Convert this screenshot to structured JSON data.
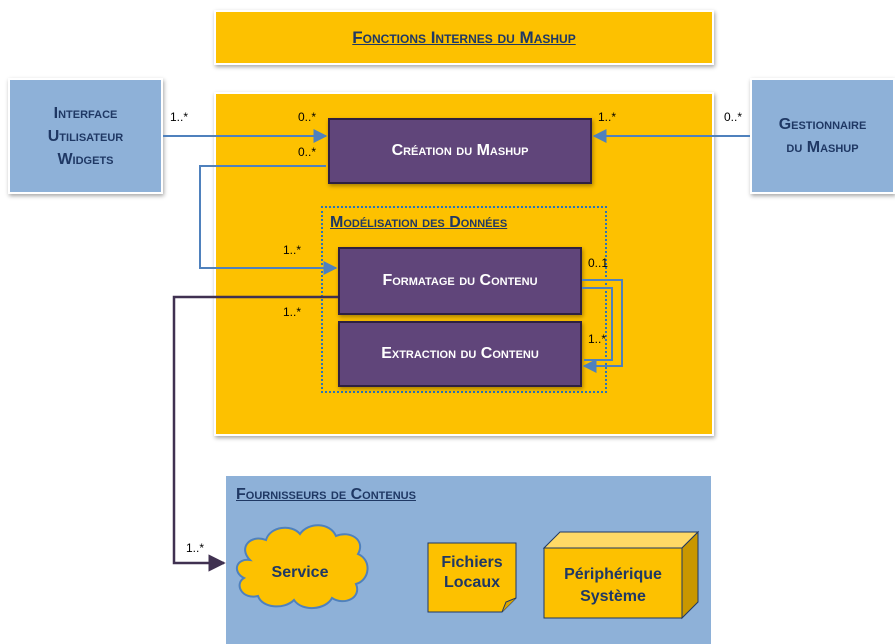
{
  "top_box": {
    "title": "Fonctions Internes du Mashup"
  },
  "left_box": {
    "line1": "Interface",
    "line2": "Utilisateur",
    "line3": "Widgets"
  },
  "right_box": {
    "line1": "Gestionnaire",
    "line2": "du Mashup"
  },
  "creation_box": {
    "label": "Création du Mashup"
  },
  "modelisation": {
    "title": "Modélisation des Données"
  },
  "formatage_box": {
    "label": "Formatage du Contenu"
  },
  "extraction_box": {
    "label": "Extraction du Contenu"
  },
  "providers": {
    "title": "Fournisseurs de Contenus",
    "service": "Service",
    "fichiers_line1": "Fichiers",
    "fichiers_line2": "Locaux",
    "peripherique_line1": "Périphérique",
    "peripherique_line2": "Système"
  },
  "multiplicities": {
    "left_to_creation_src": "1..*",
    "left_to_creation_dst": "0..*",
    "creation_loop": "0..*",
    "right_src": "0..*",
    "right_dst": "1..*",
    "formatage_in": "1..*",
    "formatage_out": "1..*",
    "format_self_src": "0..1",
    "format_self_dst": "1..*",
    "service_in": "1..*"
  },
  "colors": {
    "yellow": "#fdc100",
    "blue_box": "#8eb1d8",
    "purple": "#60457a",
    "dark_text": "#1f3864",
    "connector_blue": "#4f81bd",
    "connector_purple": "#403151"
  }
}
